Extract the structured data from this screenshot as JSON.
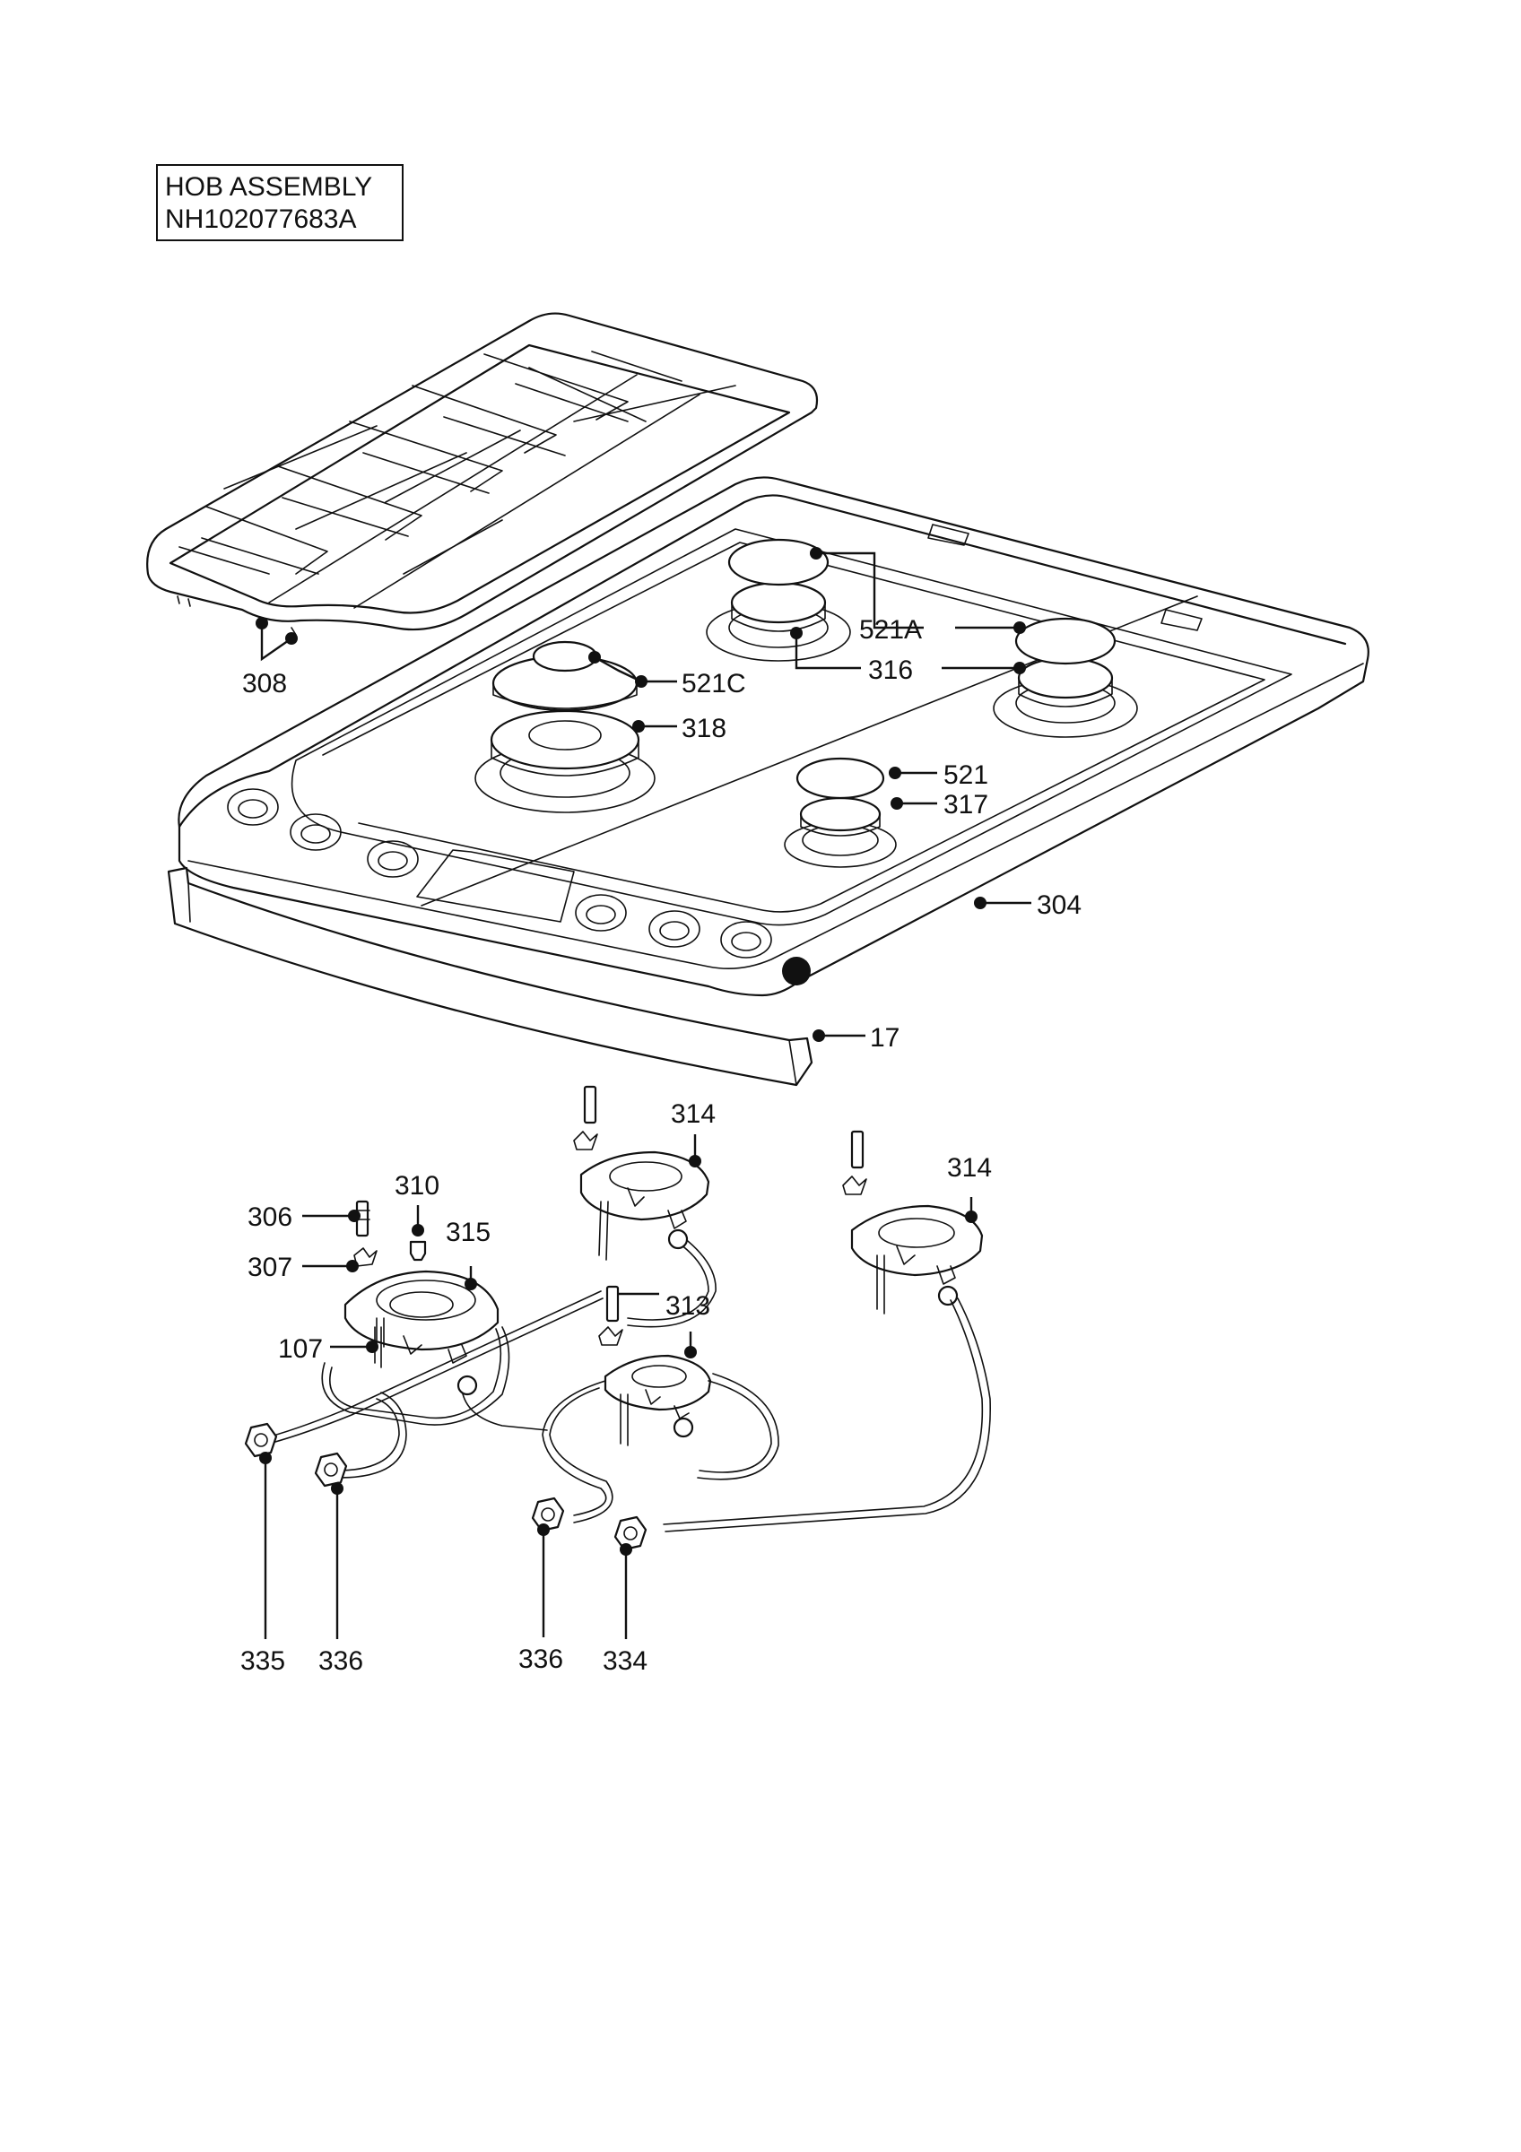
{
  "title": {
    "line1": "HOB ASSEMBLY",
    "line2": "NH102077683A"
  },
  "callouts": {
    "grid": "308",
    "cap_rear": "521A",
    "cap_front_large": "521C",
    "burner_ring_316": "316",
    "burner_ring_318": "318",
    "cap_small": "521",
    "burner_ring_317": "317",
    "hob_top": "304",
    "front_trim": "17",
    "burner_base_rear": "314",
    "burner_base_right": "314",
    "injector": "310",
    "thermocouple": "306",
    "burner_base_left": "315",
    "spring_clip": "307",
    "burner_base_small": "313",
    "electrode": "107",
    "nut_335": "335",
    "nut_336_left": "336",
    "nut_336_center": "336",
    "nut_334": "334"
  }
}
